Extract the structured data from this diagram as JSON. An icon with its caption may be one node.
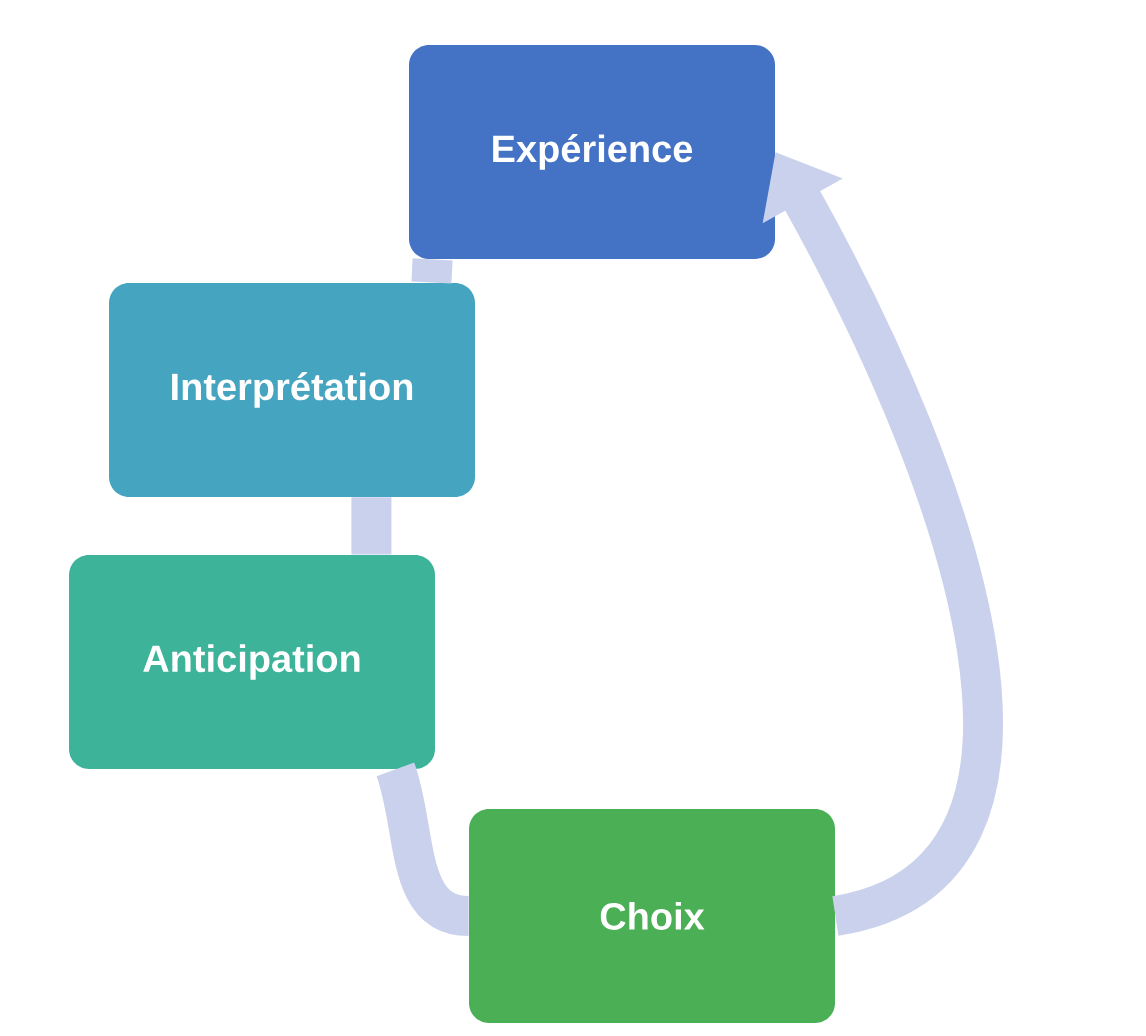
{
  "diagram": {
    "nodes": [
      {
        "text": [
          "Expérience"
        ]
      },
      {
        "text": [
          "Interprétation"
        ]
      },
      {
        "text": [
          "Anticipation"
        ]
      },
      {
        "text": [
          "Choix"
        ]
      }
    ],
    "edges": [
      {
        "from": 0,
        "to": 1,
        "arrow": "none"
      },
      {
        "from": 1,
        "to": 2,
        "arrow": "none"
      },
      {
        "from": 2,
        "to": 3,
        "arrow": "none"
      },
      {
        "from": 3,
        "to": 0,
        "arrow": "to"
      }
    ]
  }
}
